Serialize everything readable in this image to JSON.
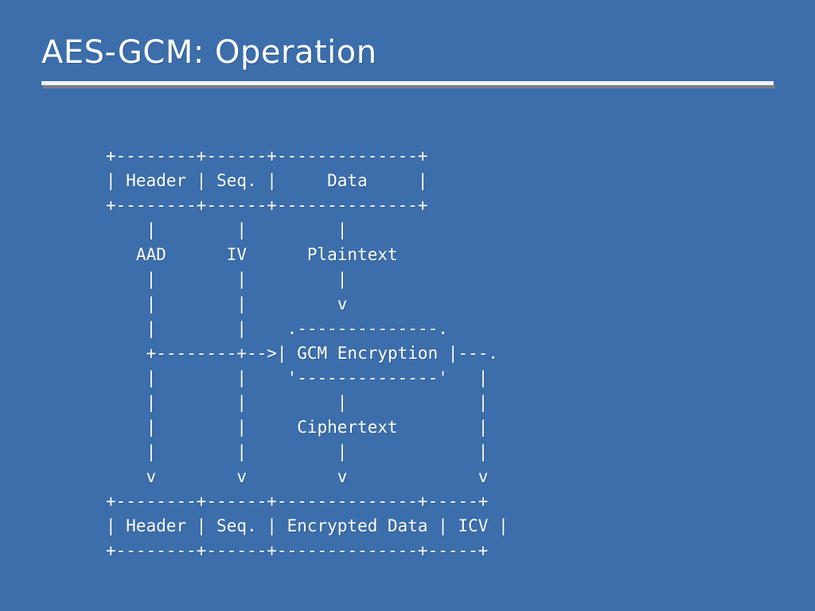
{
  "slide": {
    "title": "AES-GCM: Operation",
    "background_color": "#3b6eab",
    "text_color": "#ffffff",
    "rule_light_color": "#f2f4f7",
    "rule_shadow_color": "#7b7f85"
  },
  "diagram": {
    "kind": "ascii-art",
    "description": "AES-GCM packet transformation diagram",
    "input_packet": {
      "fields": [
        "Header",
        "Seq.",
        "Data"
      ]
    },
    "signals": [
      "AAD",
      "IV",
      "Plaintext",
      "Ciphertext"
    ],
    "process_box": "GCM Encryption",
    "output_packet": {
      "fields": [
        "Header",
        "Seq.",
        "Encrypted Data",
        "ICV"
      ]
    },
    "lines": [
      "+---------+-------+-----------------+",
      "| Header  | Seq.  |      Data       |",
      "+---------+-------+-----------------+",
      "     |         |           |",
      "    AAD       IV        Plaintext",
      "     |         |           |",
      "     |         |           |",
      "     |         |           v",
      "     |         |      .---------------.",
      "     +---------+---->| GCM Encryption |---.",
      "     |         |      '---------------'   |",
      "     |         |           |              |",
      "     |         |       Ciphertext         |",
      "     |         |           |              |",
      "     v         v           v              v",
      "+---------+-------+-----------------+-------+",
      "| Header  | Seq.  | Encrypted Data  |  ICV  |",
      "+---------+-------+-----------------+-------+"
    ],
    "rows": [
      {
        "name": "input-top-border",
        "text": "+--------+------+--------------+"
      },
      {
        "name": "input-fields-row",
        "text": "| Header | Seq. |     Data     |"
      },
      {
        "name": "input-bottom-border",
        "text": "+--------+------+--------------+"
      },
      {
        "name": "stem-row-1",
        "text": "    |        |         |"
      },
      {
        "name": "signal-labels-row",
        "text": "   AAD      IV      Plaintext"
      },
      {
        "name": "stem-row-2",
        "text": "    |        |         |"
      },
      {
        "name": "stem-row-3",
        "text": "    |        |         v"
      },
      {
        "name": "proc-top-border",
        "text": "    |        |    .--------------."
      },
      {
        "name": "proc-arrow-row",
        "text": "    +--------+-->| GCM Encryption |---."
      },
      {
        "name": "proc-bottom-border",
        "text": "    |        |    '--------------'   |"
      },
      {
        "name": "stem-row-4",
        "text": "    |        |         |             |"
      },
      {
        "name": "ciphertext-row",
        "text": "    |        |     Ciphertext        |"
      },
      {
        "name": "stem-row-5",
        "text": "    |        |         |             |"
      },
      {
        "name": "arrowheads-row",
        "text": "    v        v         v             v"
      },
      {
        "name": "output-top-border",
        "text": "+--------+------+--------------+-----+"
      },
      {
        "name": "output-fields-row",
        "text": "| Header | Seq. | Encrypted Data | ICV |"
      },
      {
        "name": "output-bottom-border",
        "text": "+--------+------+--------------+-----+"
      }
    ],
    "render_lines": [
      "+--------+------+---------------+",
      "| Header | Seq. |     Data      |",
      "+--------+------+---------------+",
      "    |        |         |",
      "   AAD      IV     Plaintext",
      "    |        |         |",
      "    |        |         v",
      "    |        |   .--------------.",
      "    +--------+->| GCM Encryption |---.",
      "    |        |   '--------------'    |",
      "    |        |         |             |",
      "    |        |     Ciphertext        |",
      "    |        |         |             |",
      "    v        v         v             v",
      "+--------+------+---------------+-----+",
      "| Header | Seq. | Encrypted Data | ICV |",
      "+--------+------+---------------+-----+"
    ]
  }
}
